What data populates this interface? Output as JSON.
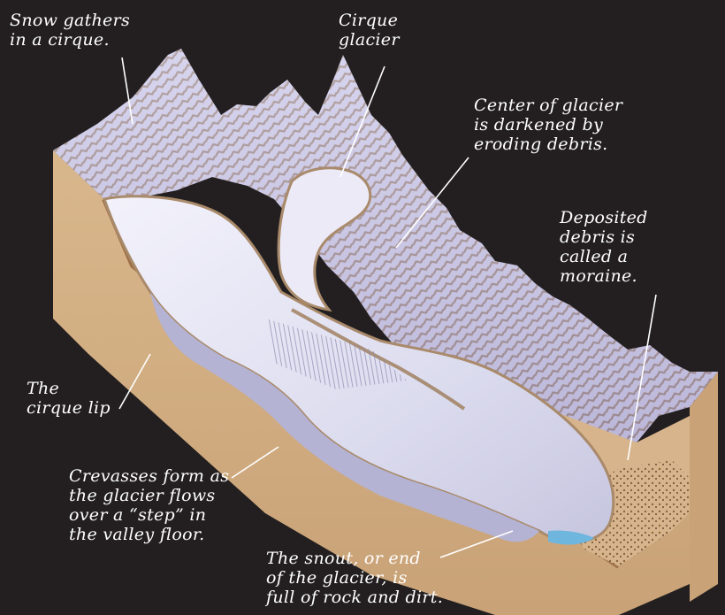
{
  "diagram": {
    "labels": {
      "snow_cirque": [
        "Snow gathers",
        "in a cirque."
      ],
      "cirque_glacier": [
        "Cirque",
        "glacier"
      ],
      "center_glacier": [
        "Center of glacier",
        "is darkened by",
        "eroding debris."
      ],
      "deposited_debris": [
        "Deposited",
        "debris is",
        "called a",
        "moraine."
      ],
      "cirque_lip": [
        "The",
        "cirque lip"
      ],
      "crevasses": [
        "Crevasses form as",
        "the glacier flows",
        "over a “step” in",
        "the valley floor."
      ],
      "snout": [
        "The snout, or end",
        "of the glacier, is",
        "full of rock and dirt."
      ]
    },
    "colors": {
      "background": "#231f20",
      "ground": "#d6b48a",
      "ground_shadow": "#a27a55",
      "soil_band": "#b98d5f",
      "ice": "#e7e6f5",
      "ice_shadow": "#b4b3d3",
      "mountain": "#c9c6e6",
      "mountain_rock": "#7d5a3e",
      "meltwater": "#6fb6df",
      "leader_line": "#ffffff",
      "text": "#ffffff"
    }
  }
}
